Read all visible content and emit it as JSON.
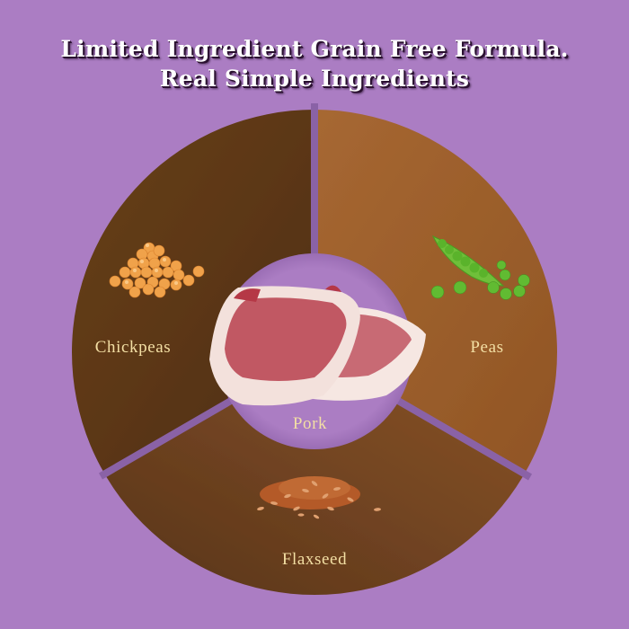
{
  "title": {
    "line1": "Limited Ingredient Grain Free Formula.",
    "line2": "Real Simple Ingredients"
  },
  "colors": {
    "background": "#ab7dc3",
    "segment_dark": "#5c3817",
    "segment_light": "#a4652f",
    "label_text": "#f3dfa4",
    "title_text": "#ffffff"
  },
  "wheel": {
    "center": {
      "label": "Pork",
      "icon": "pork-chop-image"
    },
    "segments": [
      {
        "label": "Chickpeas",
        "icon": "chickpeas-image"
      },
      {
        "label": "Peas",
        "icon": "peas-pod-image"
      },
      {
        "label": "Flaxseed",
        "icon": "flaxseed-image"
      }
    ]
  }
}
